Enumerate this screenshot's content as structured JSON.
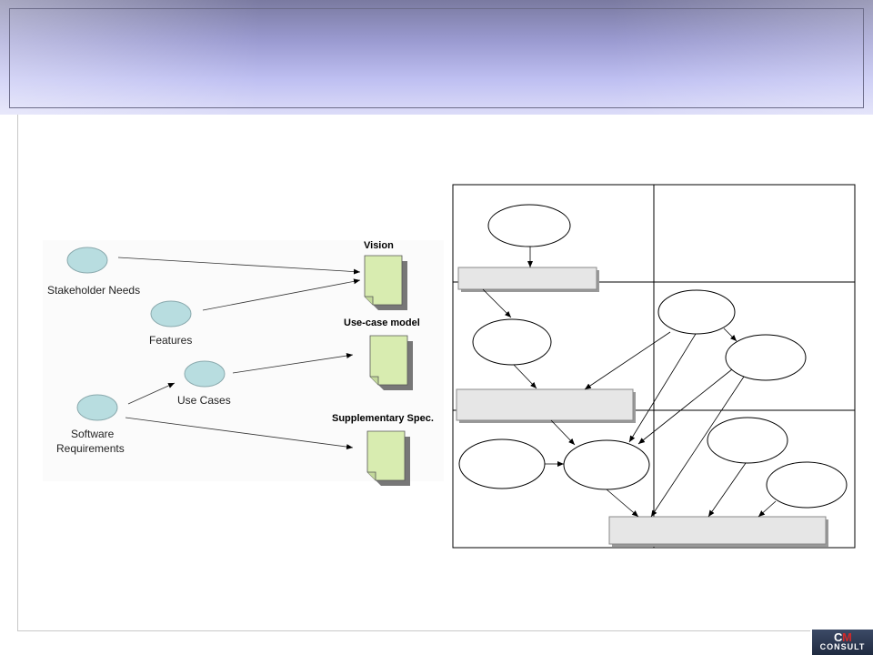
{
  "left_diagram": {
    "stakeholder_needs": "Stakeholder Needs",
    "features": "Features",
    "use_cases": "Use Cases",
    "software_requirements_line1": "Software",
    "software_requirements_line2": "Requirements",
    "vision": "Vision",
    "use_case_model": "Use-case model",
    "supplementary_spec": "Supplementary Spec."
  },
  "logo": {
    "letter_c": "C",
    "letter_m": "M",
    "word": "CONSULT"
  },
  "colors": {
    "ellipse_fill": "#b8dde0",
    "document_fill": "#d8ecb0",
    "bar_fill": "#e6e6e6",
    "logo_red": "#d12a2a"
  }
}
